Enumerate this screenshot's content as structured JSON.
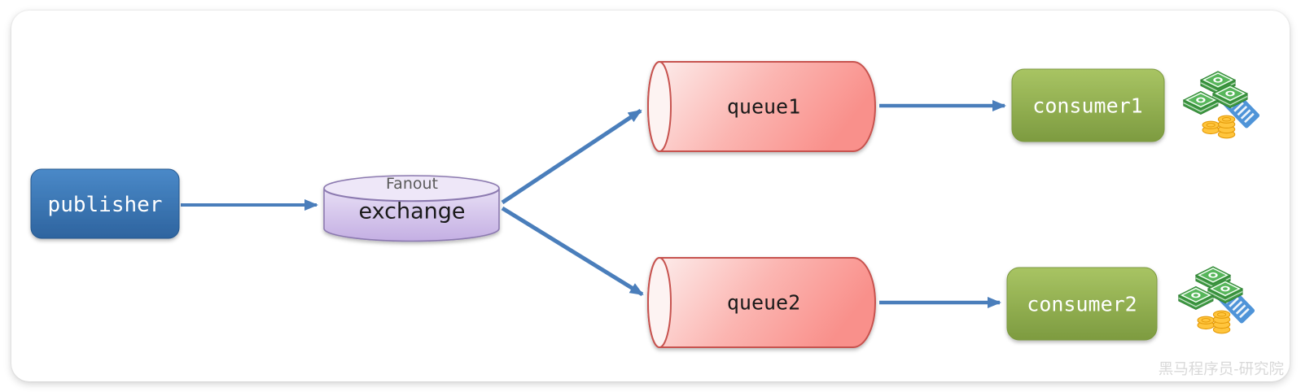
{
  "nodes": {
    "publisher": {
      "label": "publisher"
    },
    "exchange": {
      "type_label": "Fanout",
      "label": "exchange"
    },
    "queue1": {
      "label": "queue1"
    },
    "queue2": {
      "label": "queue2"
    },
    "consumer1": {
      "label": "consumer1"
    },
    "consumer2": {
      "label": "consumer2"
    }
  },
  "edges": [
    {
      "from": "publisher",
      "to": "exchange"
    },
    {
      "from": "exchange",
      "to": "queue1"
    },
    {
      "from": "exchange",
      "to": "queue2"
    },
    {
      "from": "queue1",
      "to": "consumer1"
    },
    {
      "from": "queue2",
      "to": "consumer2"
    }
  ],
  "icons": {
    "consumer1_icon": "money-stack-icon",
    "consumer2_icon": "money-stack-icon"
  },
  "watermark": "黑马程序员-研究院",
  "colors": {
    "arrow": "#4a7ebb",
    "publisher_top": "#4a89c8",
    "publisher_bottom": "#2e649f",
    "publisher_stroke": "#27598f",
    "exchange_cap": "#eee7f8",
    "exchange_top": "#e7def5",
    "exchange_bottom": "#c4afe3",
    "exchange_stroke": "#8c7ab0",
    "exchange_type_color": "#5a5a5a",
    "queue_cap": "#fdf3f2",
    "queue_grad_start": "#fdf0ef",
    "queue_grad_mid": "#fbb5b1",
    "queue_grad_end": "#f9908b",
    "queue_stroke": "#c7534f",
    "consumer_top": "#a8c463",
    "consumer_bottom": "#7d9b40",
    "consumer_stroke": "#7c9a3f",
    "text_dark": "#1a1a1a",
    "text_light": "#ffffff",
    "watermark_color": "#d9d9d9",
    "money_green": "#57b65b",
    "money_green_dark": "#3f9a43",
    "money_green_edge": "#2e7d32",
    "money_gold": "#ffc53d",
    "money_gold_dark": "#e59c0b",
    "money_blue": "#4f94d8"
  }
}
